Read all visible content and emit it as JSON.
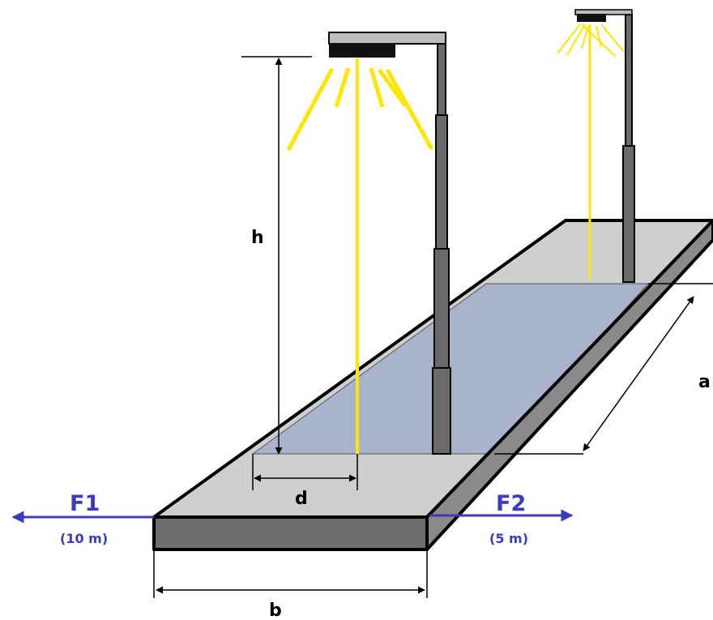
{
  "dimensions": {
    "h": "h",
    "d": "d",
    "a": "a",
    "b": "b"
  },
  "forces": {
    "f1": {
      "label": "F1",
      "distance": "(10 m)"
    },
    "f2": {
      "label": "F2",
      "distance": "(5 m)"
    }
  },
  "colors": {
    "road_surface": "#a9b4cc",
    "sidewalk": "#cfcfcf",
    "curb_front": "#6e6e6e",
    "curb_side": "#8a8a8a",
    "pole": "#6a6a6a",
    "luminaire": "#111111",
    "light_beam": "#ffe600",
    "force_arrow": "#3b3bbf",
    "outline": "#000000"
  }
}
